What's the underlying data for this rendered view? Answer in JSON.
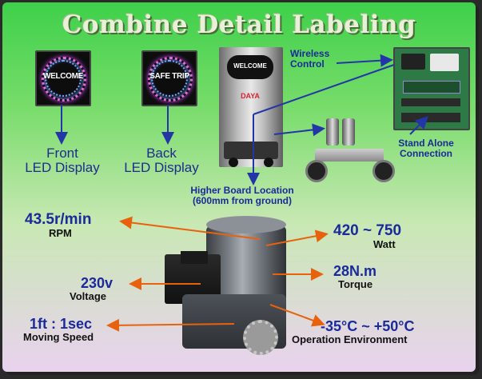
{
  "title": "Combine Detail Labeling",
  "displays": {
    "front": {
      "sign": "WELCOME",
      "label_line1": "Front",
      "label_line2": "LED Display"
    },
    "back": {
      "sign": "SAFE TRIP",
      "label_line1": "Back",
      "label_line2": "LED Display"
    }
  },
  "booth_photo": {
    "sign": "WELCOME",
    "brand": "DAYA"
  },
  "callouts": {
    "wireless": {
      "line1": "Wireless",
      "line2": "Control"
    },
    "standalone": {
      "line1": "Stand Alone",
      "line2": "Connection"
    },
    "board": {
      "line1": "Higher Board Location",
      "line2": "(600mm from ground)"
    }
  },
  "specs": {
    "rpm": {
      "value": "43.5r/min",
      "label": "RPM"
    },
    "voltage": {
      "value": "230v",
      "label": "Voltage"
    },
    "speed": {
      "value": "1ft : 1sec",
      "label": "Moving Speed"
    },
    "watt": {
      "value": "420 ~ 750",
      "label": "Watt"
    },
    "torque": {
      "value": "28N.m",
      "label": "Torque"
    },
    "temp": {
      "value": "-35°C ~ +50°C",
      "label": "Operation Environment"
    }
  },
  "colors": {
    "arrow_orange": "#e8620e",
    "arrow_blue": "#2336a8",
    "text_navy": "#1f2c8f"
  }
}
